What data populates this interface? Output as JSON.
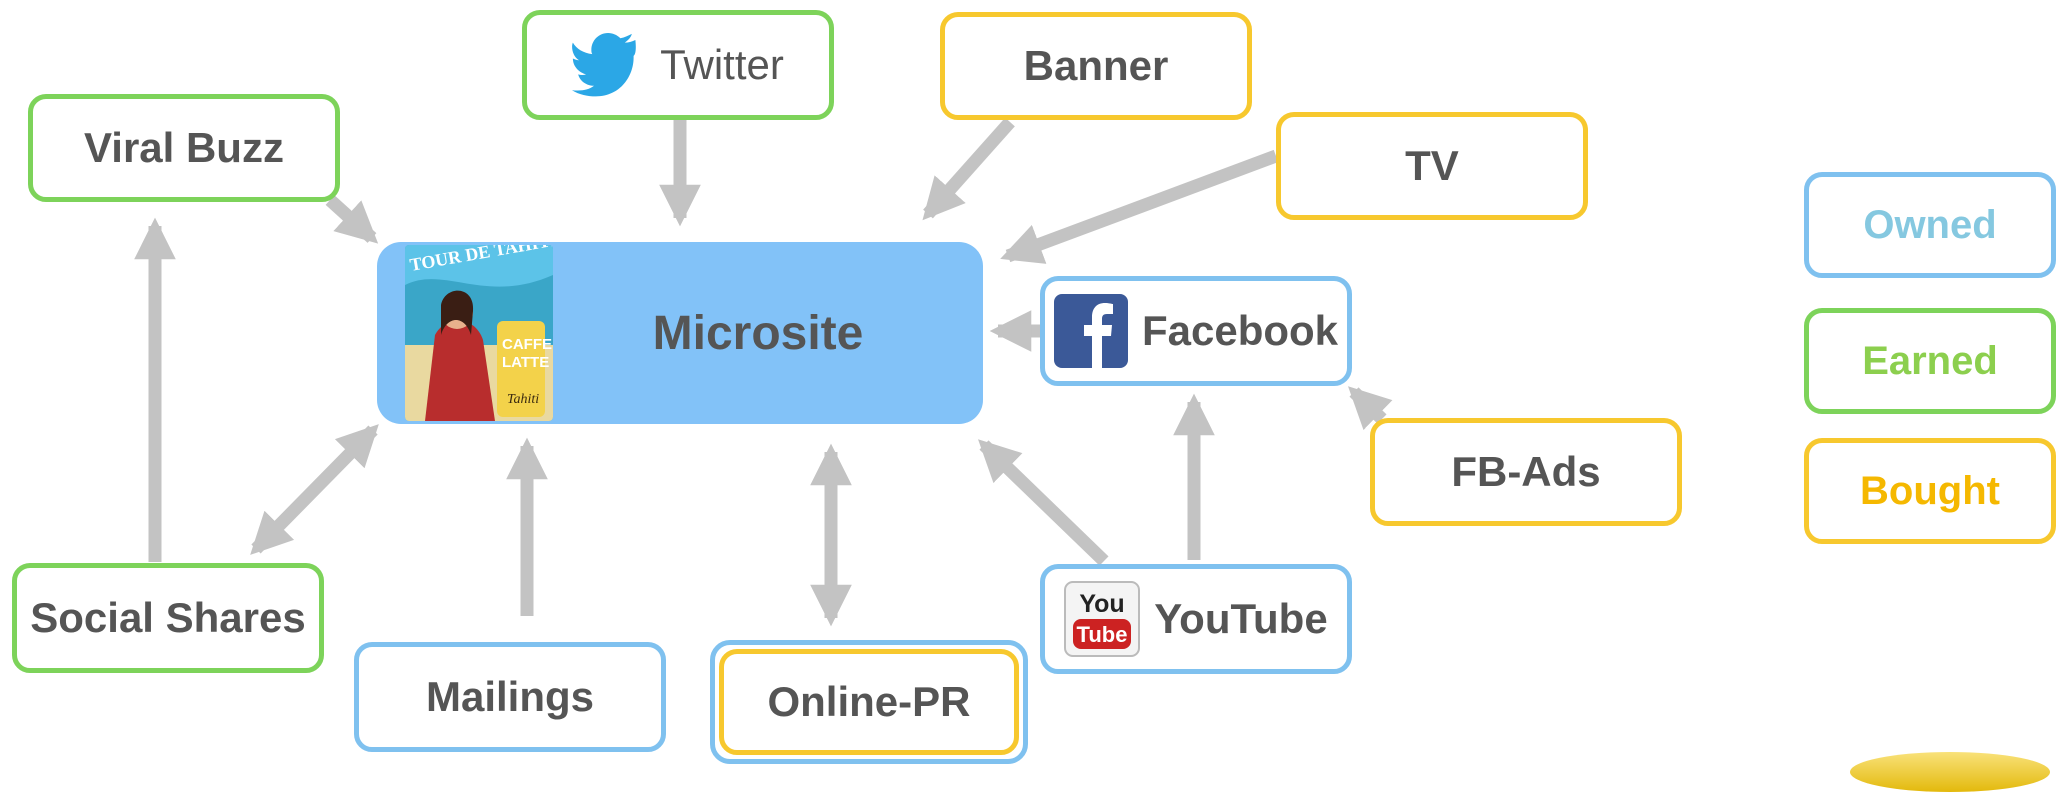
{
  "center": {
    "label": "Microsite"
  },
  "nodes": {
    "twitter": {
      "label": "Twitter",
      "category": "earned",
      "icon": "twitter-bird-icon"
    },
    "banner": {
      "label": "Banner",
      "category": "bought"
    },
    "viral": {
      "label": "Viral Buzz",
      "category": "earned"
    },
    "tv": {
      "label": "TV",
      "category": "bought"
    },
    "facebook": {
      "label": "Facebook",
      "category": "owned",
      "icon": "facebook-icon"
    },
    "fbads": {
      "label": "FB-Ads",
      "category": "bought"
    },
    "social": {
      "label": "Social Shares",
      "category": "earned"
    },
    "mailings": {
      "label": "Mailings",
      "category": "owned"
    },
    "onlinepr": {
      "label": "Online-PR",
      "category": "owned+bought"
    },
    "youtube": {
      "label": "YouTube",
      "category": "owned",
      "icon": "youtube-icon",
      "icon_text": [
        "You",
        "Tube"
      ]
    }
  },
  "product_image": {
    "text": [
      "TOUR DE TAHITI",
      "CAFFE",
      "LATTE",
      "Tahiti"
    ]
  },
  "legend": {
    "owned": "Owned",
    "earned": "Earned",
    "bought": "Bought"
  },
  "colors": {
    "owned": "#7fc1ef",
    "earned": "#7dd35a",
    "bought": "#f7c82e",
    "center": "#82c2f8",
    "arrow": "#c3c3c3"
  }
}
